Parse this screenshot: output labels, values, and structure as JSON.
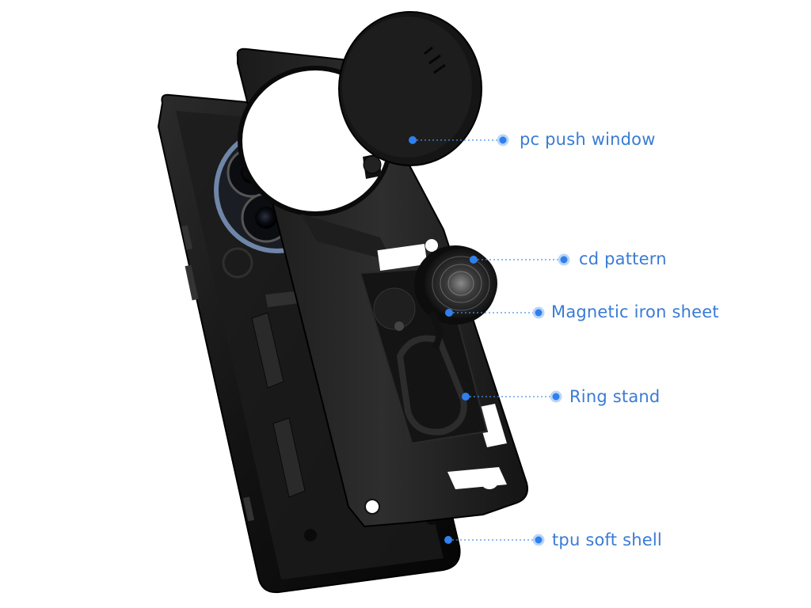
{
  "image": {
    "subject": "black phone case exploded view",
    "accent_color": "#3a7bd5"
  },
  "callouts": [
    {
      "id": "push",
      "label": "pc push window"
    },
    {
      "id": "cd",
      "label": "cd pattern"
    },
    {
      "id": "mag",
      "label": "Magnetic iron sheet"
    },
    {
      "id": "ring",
      "label": "Ring stand"
    },
    {
      "id": "tpu",
      "label": "tpu soft shell"
    }
  ]
}
